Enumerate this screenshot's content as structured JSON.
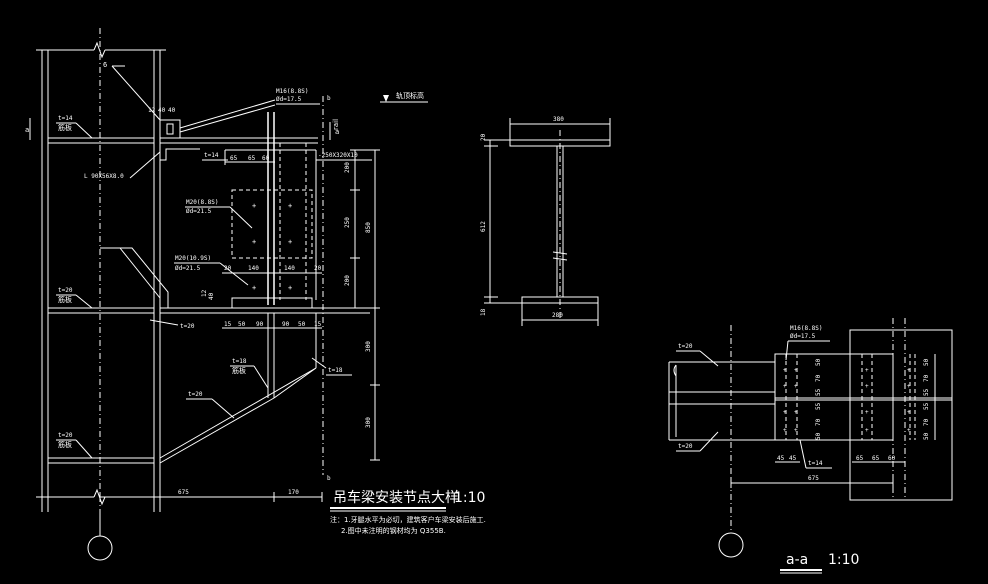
{
  "left_detail": {
    "weld_6": "6",
    "plate_top": "t=14",
    "plate_top_note": "筋板",
    "angle": "L 90X56X8.0",
    "plate_t14": "t=14",
    "plate_mid": "t=20",
    "plate_mid_note": "筋板",
    "plate_mid2": "t=20",
    "plate_low": "t=20",
    "plate_low_note": "筋板",
    "plate_t18": "t=18",
    "plate_t18_note": "筋板",
    "plate_t18b": "t=18",
    "plate_slope": "t=20",
    "bolt_m16": "M16(8.8S)",
    "bolt_m16_hole": "Ød=17.5",
    "bolt_m20a": "M20(8.8S)",
    "bolt_m20a_hole": "Ød=21.5",
    "bolt_m20b": "M20(10.9S)",
    "bolt_m20b_hole": "Ød=21.5",
    "plate_spec": "-250X320X10",
    "rail_level": "轨顶标高",
    "section_mark": "a",
    "dims_top": [
      "40",
      "40",
      "40"
    ],
    "dims_row1": [
      "65",
      "65",
      "60"
    ],
    "dims_row2": [
      "20",
      "140",
      "140",
      "20"
    ],
    "dims_row3": [
      "15",
      "50",
      "90",
      "90",
      "50",
      "15"
    ],
    "dims_vert": [
      "200",
      "250",
      "200",
      "850",
      "300",
      "300"
    ],
    "dims_small": [
      "12",
      "40",
      "40"
    ],
    "dims_bottom": [
      "675",
      "170"
    ],
    "title": "吊车梁安装节点大样",
    "scale": "1:10",
    "note1": "注：1.牙腿水平为必切，建筑客户车梁安装后施工.",
    "note2": "2.图中未注明的钢材均为 Q355B."
  },
  "beam_section": {
    "top_width": "380",
    "bottom_width": "280",
    "height": "612",
    "top_flange": "20",
    "bottom_flange": "18"
  },
  "section_aa": {
    "bolt": "M16(8.8S)",
    "bolt_hole": "Ød=17.5",
    "plate_top": "t=20",
    "plate_bot": "t=20",
    "plate_t14": "t=14",
    "dims_right": [
      "50",
      "70",
      "55",
      "55",
      "70",
      "50"
    ],
    "dims_bottom": [
      "45",
      "45",
      "65",
      "65",
      "60"
    ],
    "dim_total": "675",
    "title": "a-a",
    "scale": "1:10"
  }
}
